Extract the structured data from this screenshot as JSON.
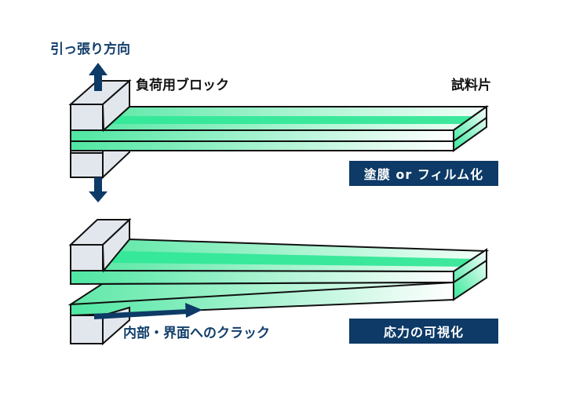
{
  "labels": {
    "pull_direction": "引っ張り方向",
    "load_block": "負荷用ブロック",
    "specimen": "試料片",
    "crack": "内部・界面へのクラック"
  },
  "badges": {
    "coating": "塗膜 or フィルム化",
    "stress_visualization": "応力の可視化"
  },
  "colors": {
    "arrow": "#0d3a66",
    "film_green": "#35e89a",
    "film_light": "#c8f7e0",
    "block_face": "#e2e7ee",
    "badge_bg": "#0d3a66"
  }
}
